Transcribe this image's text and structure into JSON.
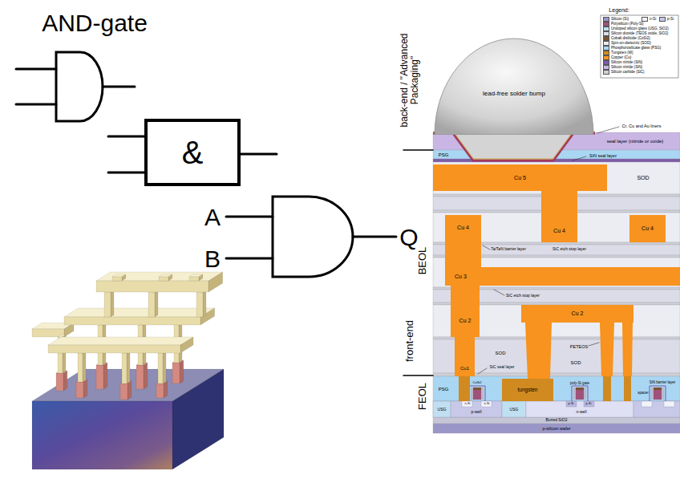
{
  "diagram": {
    "title": "AND-gate",
    "nodes": [
      {
        "text": [
          "&"
        ]
      },
      {
        "text": [
          "lead-free solder bump"
        ]
      },
      {
        "text": [
          "Cu 5"
        ]
      },
      {
        "text": [
          "Cu 4"
        ]
      },
      {
        "text": [
          "Cu 4"
        ]
      },
      {
        "text": [
          "Cu 4"
        ]
      },
      {
        "text": [
          "Cu 3"
        ]
      },
      {
        "text": [
          "Cu 2"
        ]
      },
      {
        "text": [
          "Cu 2"
        ]
      },
      {
        "text": [
          "Cu1"
        ]
      },
      {
        "text": [
          "tungsten"
        ]
      }
    ],
    "labels": [
      "A",
      "B",
      "Q",
      "Legend:",
      "back-end / \"Advanced Packaging\"",
      "Cr, Cu and Au liners",
      "seal layer (nitride or oxide)",
      "PSG",
      "SiN seal layer",
      "SOD",
      "BEOL",
      "Ta/TaN barrier layer",
      "SiC etch stop layer",
      "SiC etch stop layer",
      "PETEOS",
      "SOD",
      "SOD",
      "front-end",
      "SiC seal layer",
      "PSG",
      "poly-Si gate",
      "SiN barrier layer",
      "FEOL",
      "n-Si",
      "n-Si",
      "p-Si",
      "p-Si",
      "spacer",
      "USG",
      "p-well",
      "USG",
      "n-well",
      "Buried SiO2",
      "p-silicon wafer",
      "CoSi2"
    ],
    "legend": [
      {
        "text": "Silicon (Si)",
        "color": "#9a96c8"
      },
      {
        "text": "n-Si",
        "color": "#f2f2fb"
      },
      {
        "text": "p-Si",
        "color": "#c8c8e8"
      },
      {
        "text": "Polysilicon (Poly-Si)",
        "color": "#a0527a"
      },
      {
        "text": "Undoped silicon glass (USG, SiO2)",
        "color": "#c0dff0"
      },
      {
        "text": "Silicon dioxide (TEOS oxide, SiO2)",
        "color": "#dcdce8"
      },
      {
        "text": "Cobalt disilicide (CoSi2)",
        "color": "#7a5230"
      },
      {
        "text": "Spin-on-dielectric (SOD)",
        "color": "#ececf3"
      },
      {
        "text": "Phosphorosilicate glass (PSG)",
        "color": "#a9d6f2"
      },
      {
        "text": "Tungsten (W)",
        "color": "#d08a20"
      },
      {
        "text": "Copper (Cu)",
        "color": "#f7931e"
      },
      {
        "text": "Silicon nitride (SiN)",
        "color": "#7d5ba6"
      },
      {
        "text": "Silicon nitride (SiN)",
        "color": "#c9b6e4"
      },
      {
        "text": "Silicon carbide (SiC)",
        "color": "#cfcfd6"
      }
    ]
  }
}
